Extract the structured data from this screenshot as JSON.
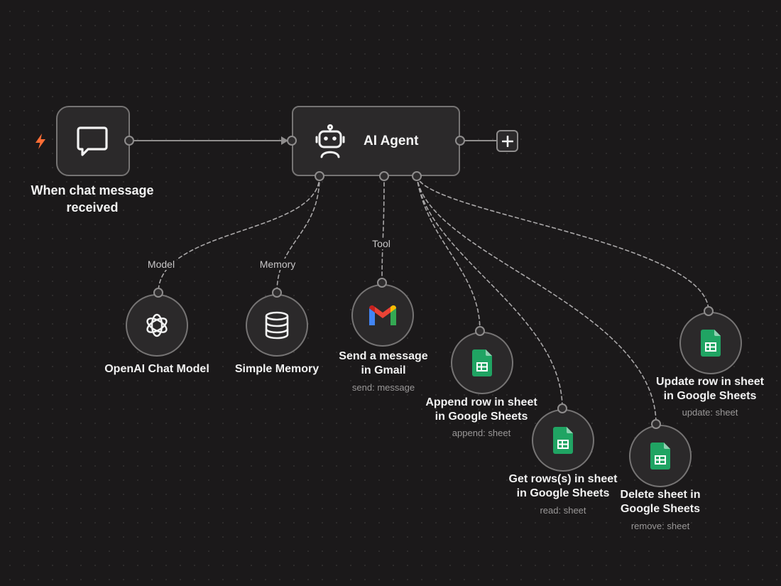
{
  "trigger": {
    "label_line1": "When chat message",
    "label_line2": "received"
  },
  "agent": {
    "title": "AI Agent"
  },
  "edge_labels": {
    "model": "Model",
    "memory": "Memory",
    "tool": "Tool"
  },
  "nodes": {
    "openai": {
      "label": "OpenAI Chat Model"
    },
    "memory": {
      "label": "Simple Memory"
    },
    "gmail": {
      "line1": "Send a message",
      "line2": "in Gmail",
      "sub": "send: message"
    },
    "append": {
      "line1": "Append row in sheet",
      "line2": "in Google Sheets",
      "sub": "append: sheet"
    },
    "getrows": {
      "line1": "Get rows(s) in sheet",
      "line2": "in Google Sheets",
      "sub": "read: sheet"
    },
    "delete": {
      "line1": "Delete sheet in",
      "line2": "Google Sheets",
      "sub": "remove: sheet"
    },
    "update": {
      "line1": "Update row in sheet",
      "line2": "in Google Sheets",
      "sub": "update: sheet"
    }
  },
  "icons": {
    "trigger_bolt": "lightning-bolt-icon",
    "trigger": "chat-bubble-icon",
    "agent": "robot-icon",
    "openai": "openai-logo-icon",
    "memory": "database-icon",
    "gmail": "gmail-logo-icon",
    "sheets": "google-sheets-icon",
    "add": "plus-icon"
  },
  "colors": {
    "background": "#1b191a",
    "node_fill": "#2b292a",
    "node_border": "#767474",
    "edge": "#8f8d8d",
    "bolt": "#ff6d35",
    "sheets_green": "#20a463",
    "text": "#f2f2f2",
    "subtext": "#9a9898"
  }
}
